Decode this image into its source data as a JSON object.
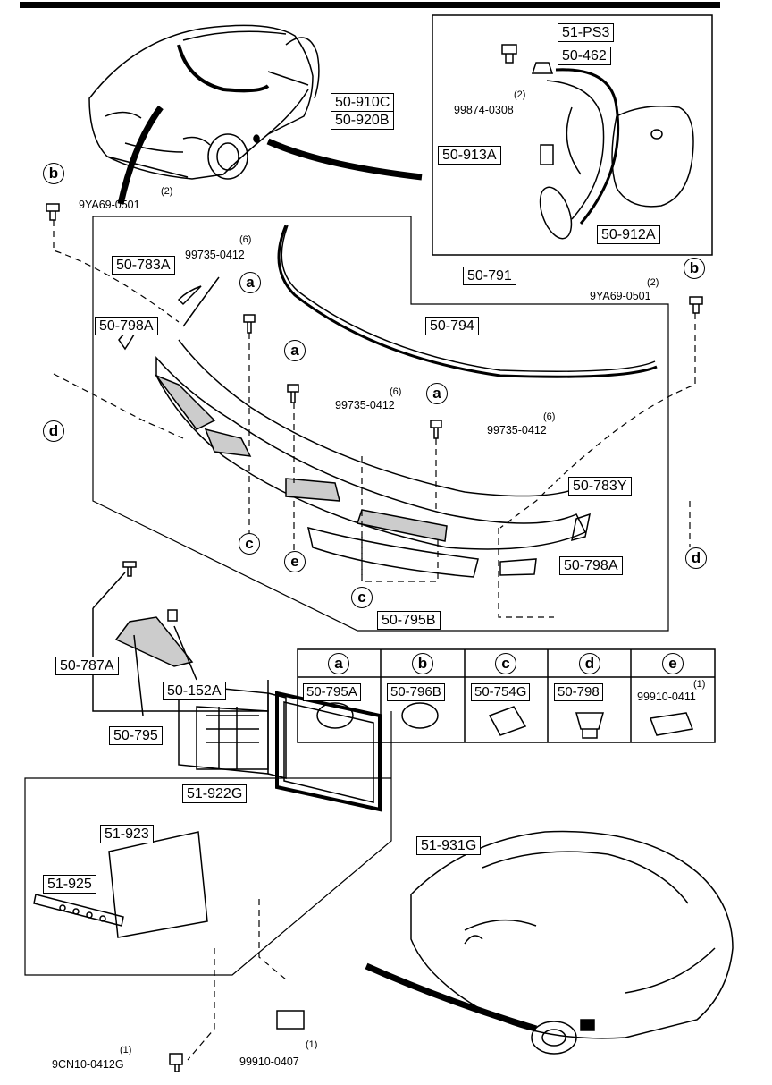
{
  "callouts": {
    "c51_ps3": "51-PS3",
    "c50_462": "50-462",
    "c50_910c": "50-910C",
    "c50_920b": "50-920B",
    "c50_913a": "50-913A",
    "c50_912a": "50-912A",
    "c50_783a": "50-783A",
    "c50_798a_left": "50-798A",
    "c50_791": "50-791",
    "c50_794": "50-794",
    "c50_783y": "50-783Y",
    "c50_798a_right": "50-798A",
    "c50_795b": "50-795B",
    "c50_787a": "50-787A",
    "c50_152a": "50-152A",
    "c50_795": "50-795",
    "c51_922g": "51-922G",
    "c51_923": "51-923",
    "c51_931g": "51-931G",
    "c51_925": "51-925"
  },
  "part_numbers": {
    "p99874": {
      "num": "99874-0308",
      "qty": "(2)"
    },
    "p9ya69_left": {
      "num": "9YA69-0501",
      "qty": "(2)"
    },
    "p9ya69_right": {
      "num": "9YA69-0501",
      "qty": "(2)"
    },
    "p99735_top": {
      "num": "99735-0412",
      "qty": "(6)"
    },
    "p99735_mid": {
      "num": "99735-0412",
      "qty": "(6)"
    },
    "p99735_low": {
      "num": "99735-0412",
      "qty": "(6)"
    },
    "p99910_0411": {
      "num": "99910-0411",
      "qty": "(1)"
    },
    "p9cn10": {
      "num": "9CN10-0412G",
      "qty": "(1)"
    },
    "p99910_0407": {
      "num": "99910-0407",
      "qty": "(1)"
    }
  },
  "ref_letters": {
    "b_left": "b",
    "b_right": "b",
    "a_1": "a",
    "a_2": "a",
    "a_3": "a",
    "d_left": "d",
    "d_right": "d",
    "c_1": "c",
    "c_2": "c",
    "e_1": "e"
  },
  "legend": [
    {
      "letter": "a",
      "part": "50-795A",
      "part_boxed": true
    },
    {
      "letter": "b",
      "part": "50-796B",
      "part_boxed": true
    },
    {
      "letter": "c",
      "part": "50-754G",
      "part_boxed": true
    },
    {
      "letter": "d",
      "part": "50-798",
      "part_boxed": true
    },
    {
      "letter": "e",
      "part": "99910-0411",
      "part_boxed": false,
      "qty": "(1)"
    }
  ]
}
